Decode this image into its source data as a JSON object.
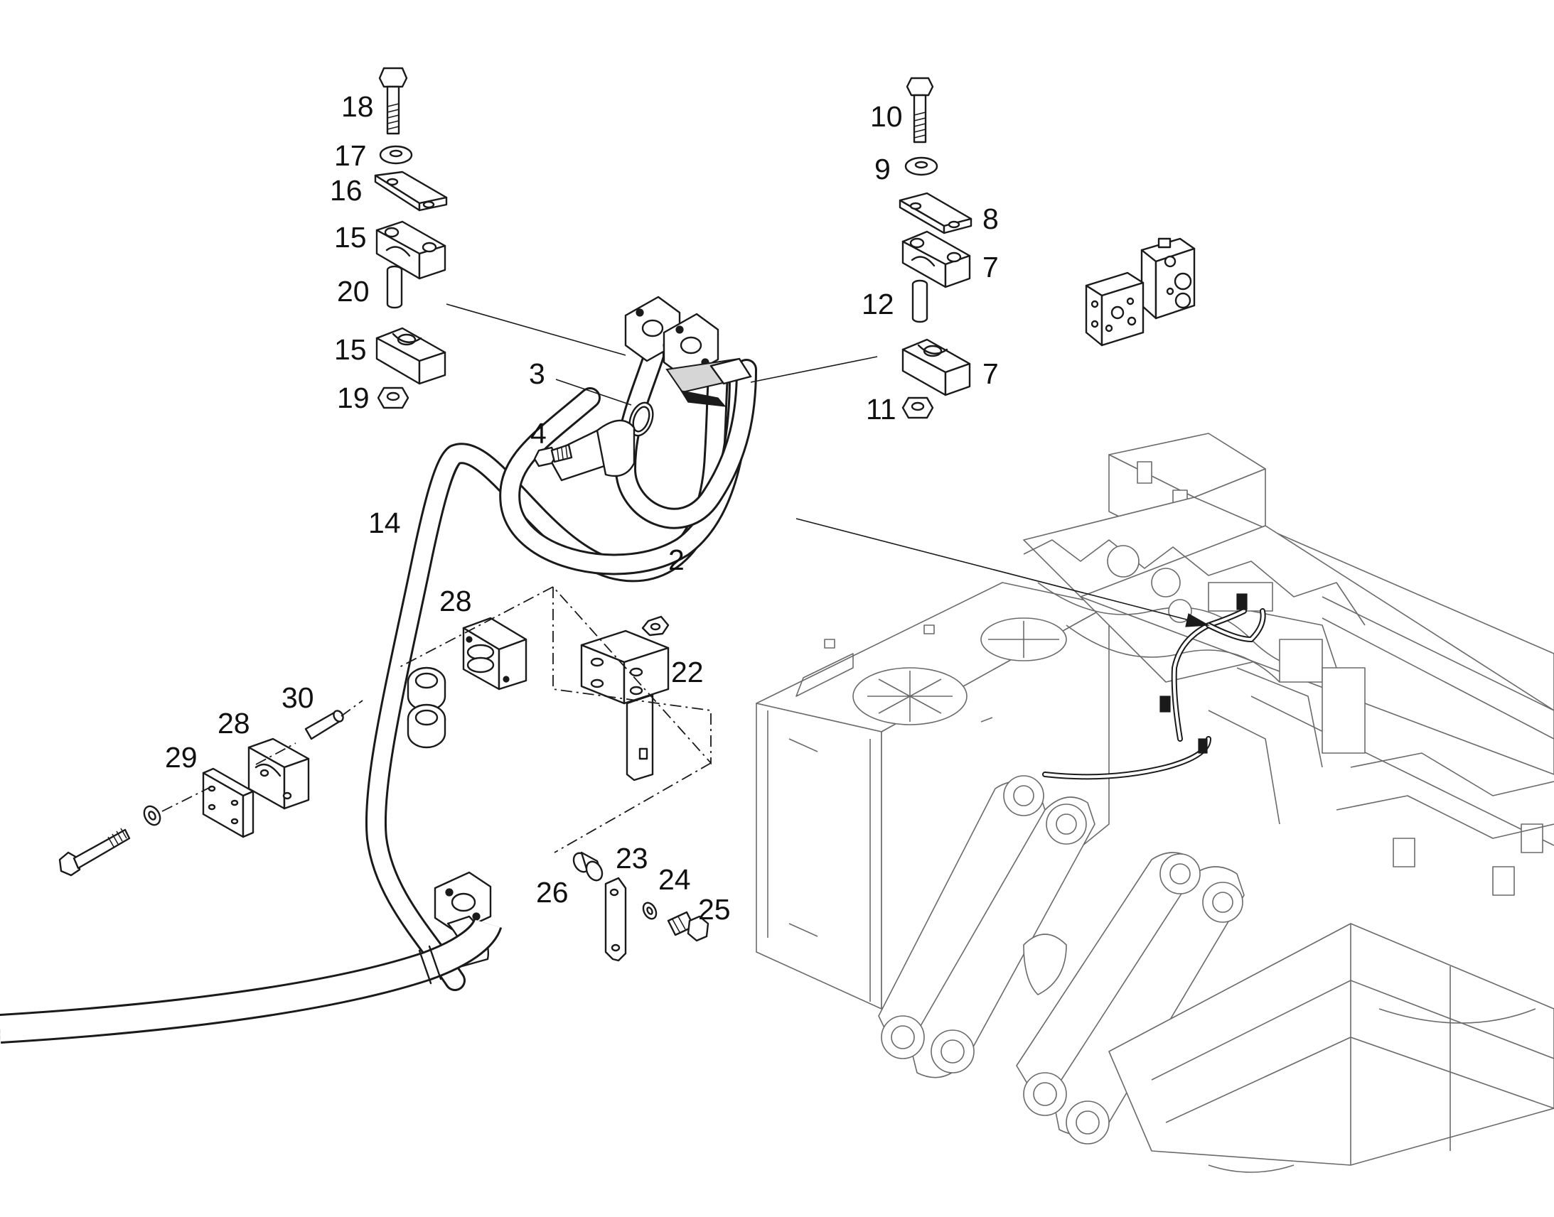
{
  "callouts": {
    "c18": "18",
    "c17": "17",
    "c16": "16",
    "c15a": "15",
    "c20": "20",
    "c15b": "15",
    "c19": "19",
    "c10": "10",
    "c9": "9",
    "c8": "8",
    "c7a": "7",
    "c12": "12",
    "c7b": "7",
    "c11": "11",
    "c3": "3",
    "c4": "4",
    "c14": "14",
    "c2": "2",
    "c28a": "28",
    "c22": "22",
    "c30": "30",
    "c28b": "28",
    "c29": "29",
    "c23": "23",
    "c24": "24",
    "c25": "25",
    "c26": "26"
  },
  "colors": {
    "line": "#1a1a1a",
    "background": "#ffffff",
    "machine_line": "#6a6a6a"
  }
}
